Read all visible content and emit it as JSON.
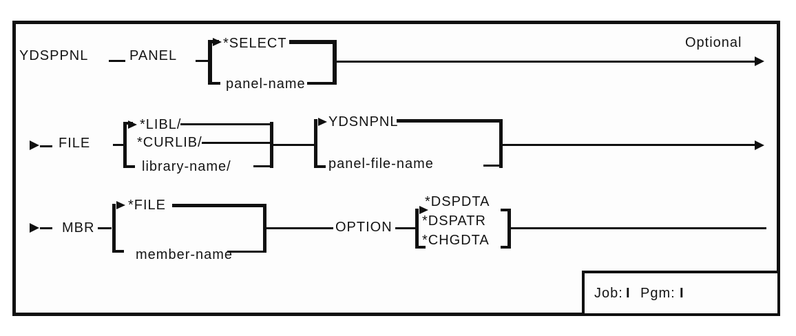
{
  "command": "YDSPPNL",
  "optional_label": "Optional",
  "params": {
    "panel": {
      "keyword": "PANEL",
      "default": "*SELECT",
      "alternative": "panel-name"
    },
    "file": {
      "keyword": "FILE",
      "qualifier_options": [
        "*LIBL/",
        "*CURLIB/",
        "library-name/"
      ],
      "default": "YDSNPNL",
      "alternative": "panel-file-name"
    },
    "mbr": {
      "keyword": "MBR",
      "default": "*FILE",
      "alternative": "member-name"
    },
    "option": {
      "keyword": "OPTION",
      "values": [
        "*DSPDTA",
        "*DSPATR",
        "*CHGDTA"
      ]
    }
  },
  "environment_box": {
    "job_label": "Job:",
    "job_value": "I",
    "pgm_label": "Pgm:",
    "pgm_value": "I"
  },
  "colors": {
    "ink": "#141414",
    "background": "#ffffff"
  }
}
